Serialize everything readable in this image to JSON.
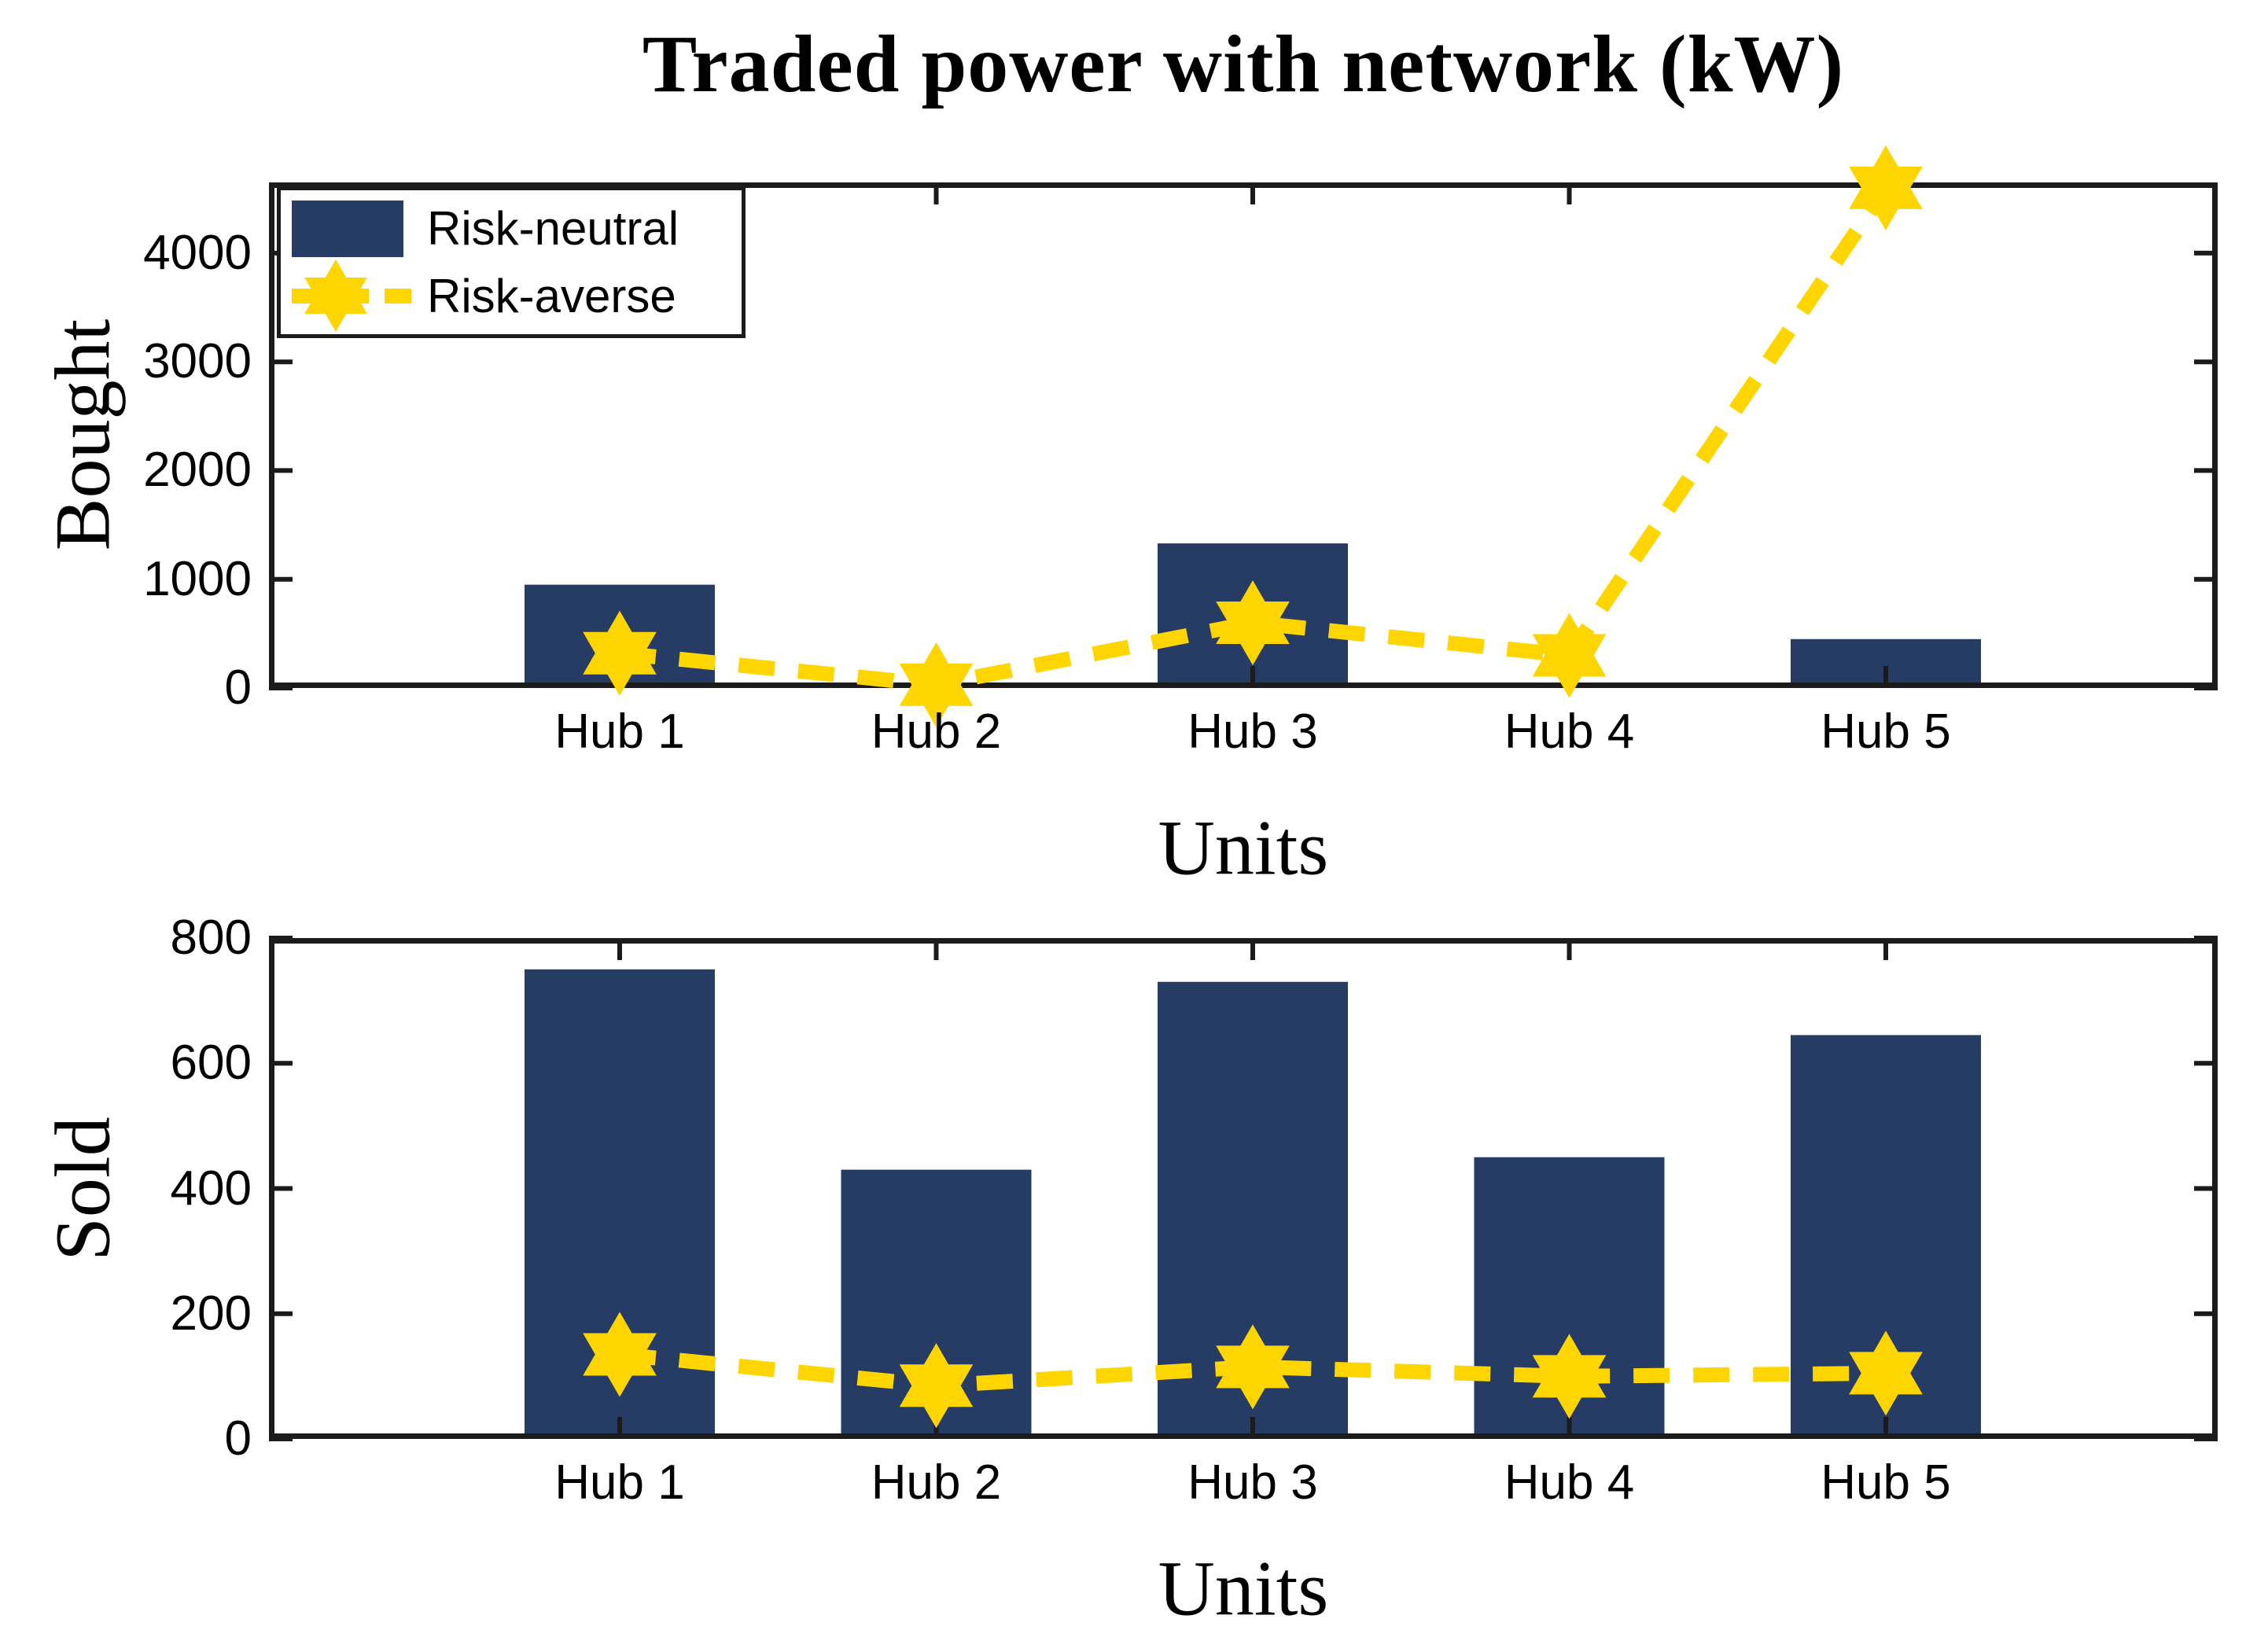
{
  "title": "Traded power with network (kW)",
  "colors": {
    "bar": "#263C64",
    "line": "#FFD500",
    "axis": "#1b1b1b",
    "text": "#000000",
    "background": "#ffffff"
  },
  "legend": {
    "items": [
      {
        "label": "Risk-neutral",
        "marker": "bar-swatch"
      },
      {
        "label": "Risk-averse",
        "marker": "dashed-line-hexagram"
      }
    ],
    "position": "top-left"
  },
  "chart_data": [
    {
      "type": "bar",
      "name": "bought",
      "ylabel": "Bought",
      "xlabel": "Units",
      "categories": [
        "Hub 1",
        "Hub 2",
        "Hub 3",
        "Hub 4",
        "Hub 5"
      ],
      "series": [
        {
          "name": "Risk-neutral",
          "type": "bar",
          "values": [
            950,
            0,
            1330,
            0,
            450
          ]
        },
        {
          "name": "Risk-averse",
          "type": "line",
          "values": [
            320,
            30,
            600,
            300,
            4600
          ]
        }
      ],
      "ylim": [
        0,
        4650
      ],
      "yticks": [
        0,
        1000,
        2000,
        3000,
        4000
      ],
      "grid": false,
      "box": true
    },
    {
      "type": "bar",
      "name": "sold",
      "ylabel": "Sold",
      "xlabel": "Units",
      "categories": [
        "Hub 1",
        "Hub 2",
        "Hub 3",
        "Hub 4",
        "Hub 5"
      ],
      "series": [
        {
          "name": "Risk-neutral",
          "type": "bar",
          "values": [
            750,
            430,
            730,
            450,
            645
          ]
        },
        {
          "name": "Risk-averse",
          "type": "line",
          "values": [
            135,
            85,
            115,
            100,
            105
          ]
        }
      ],
      "ylim": [
        0,
        800
      ],
      "yticks": [
        0,
        200,
        400,
        600,
        800
      ],
      "grid": false,
      "box": true
    }
  ]
}
